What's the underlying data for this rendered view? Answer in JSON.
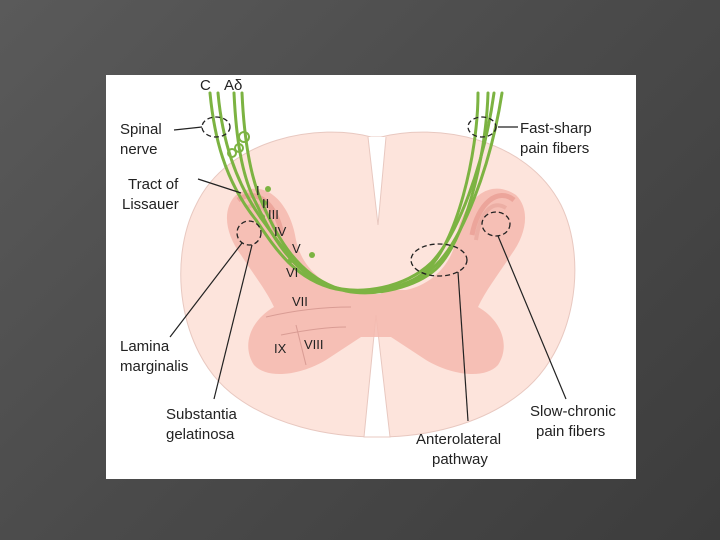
{
  "fiber_types": {
    "c": "C",
    "a_delta": "Aδ"
  },
  "labels": {
    "spinal_nerve_1": "Spinal",
    "spinal_nerve_2": "nerve",
    "tract_1": "Tract of",
    "tract_2": "Lissauer",
    "fast_1": "Fast-sharp",
    "fast_2": "pain fibers",
    "slow_1": "Slow-chronic",
    "slow_2": "pain fibers",
    "lamina_1": "Lamina",
    "lamina_2": "marginalis",
    "subst_1": "Substantia",
    "subst_2": "gelatinosa",
    "antero_1": "Anterolateral",
    "antero_2": "pathway"
  },
  "laminae": [
    "I",
    "II",
    "III",
    "IV",
    "V",
    "VI",
    "VII",
    "VIII",
    "IX"
  ],
  "colors": {
    "fiber_green": "#7cb342",
    "gray_matter": "#f4b8ae",
    "white_matter": "#fde4dc",
    "background": "#4a4a4a"
  }
}
